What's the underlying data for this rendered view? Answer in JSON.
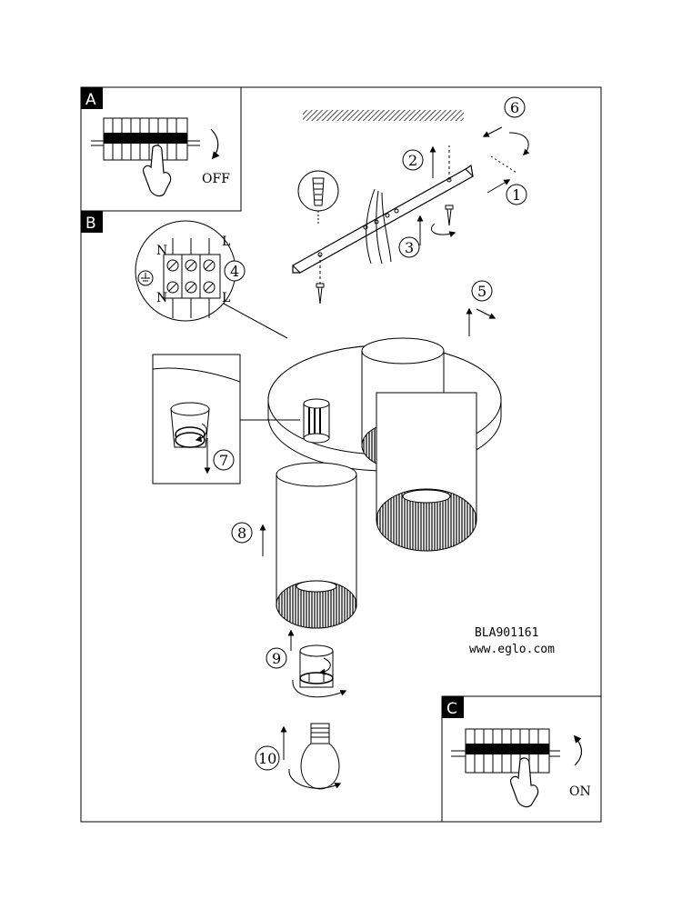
{
  "sections": {
    "a": "A",
    "b": "B",
    "c": "C"
  },
  "switch_labels": {
    "off": "OFF",
    "on": "ON"
  },
  "terminal_labels": {
    "n_top": "N",
    "l_top": "L",
    "n_bottom": "N",
    "l_bottom": "L"
  },
  "steps": [
    "1",
    "2",
    "3",
    "4",
    "5",
    "6",
    "7",
    "8",
    "9",
    "10"
  ],
  "product": {
    "code": "BLA901161",
    "website": "www.eglo.com"
  },
  "icons": {
    "arrow": "arrow-icon",
    "screw": "screw-icon",
    "dowel": "wall-plug-icon",
    "hand": "hand-icon",
    "bulb": "light-bulb-icon"
  }
}
